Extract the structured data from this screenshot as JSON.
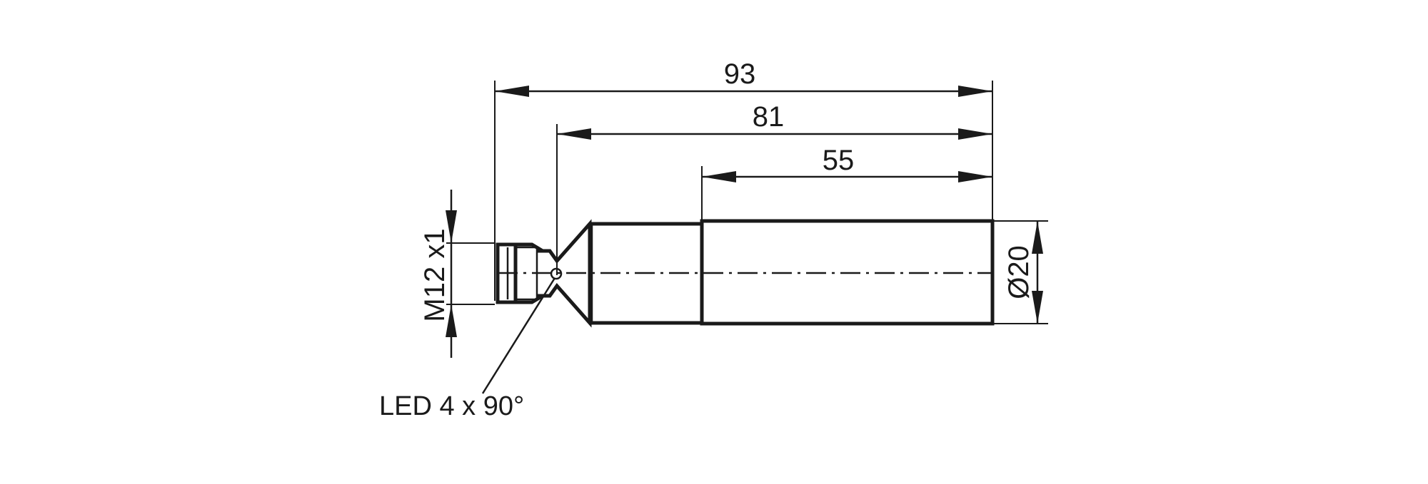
{
  "drawing": {
    "dimensions": {
      "overall_length": "93",
      "housing_length": "81",
      "body_length": "55",
      "diameter": "Ø20",
      "thread": "M12 x1"
    },
    "annotations": {
      "led": "LED 4 x 90°"
    }
  }
}
